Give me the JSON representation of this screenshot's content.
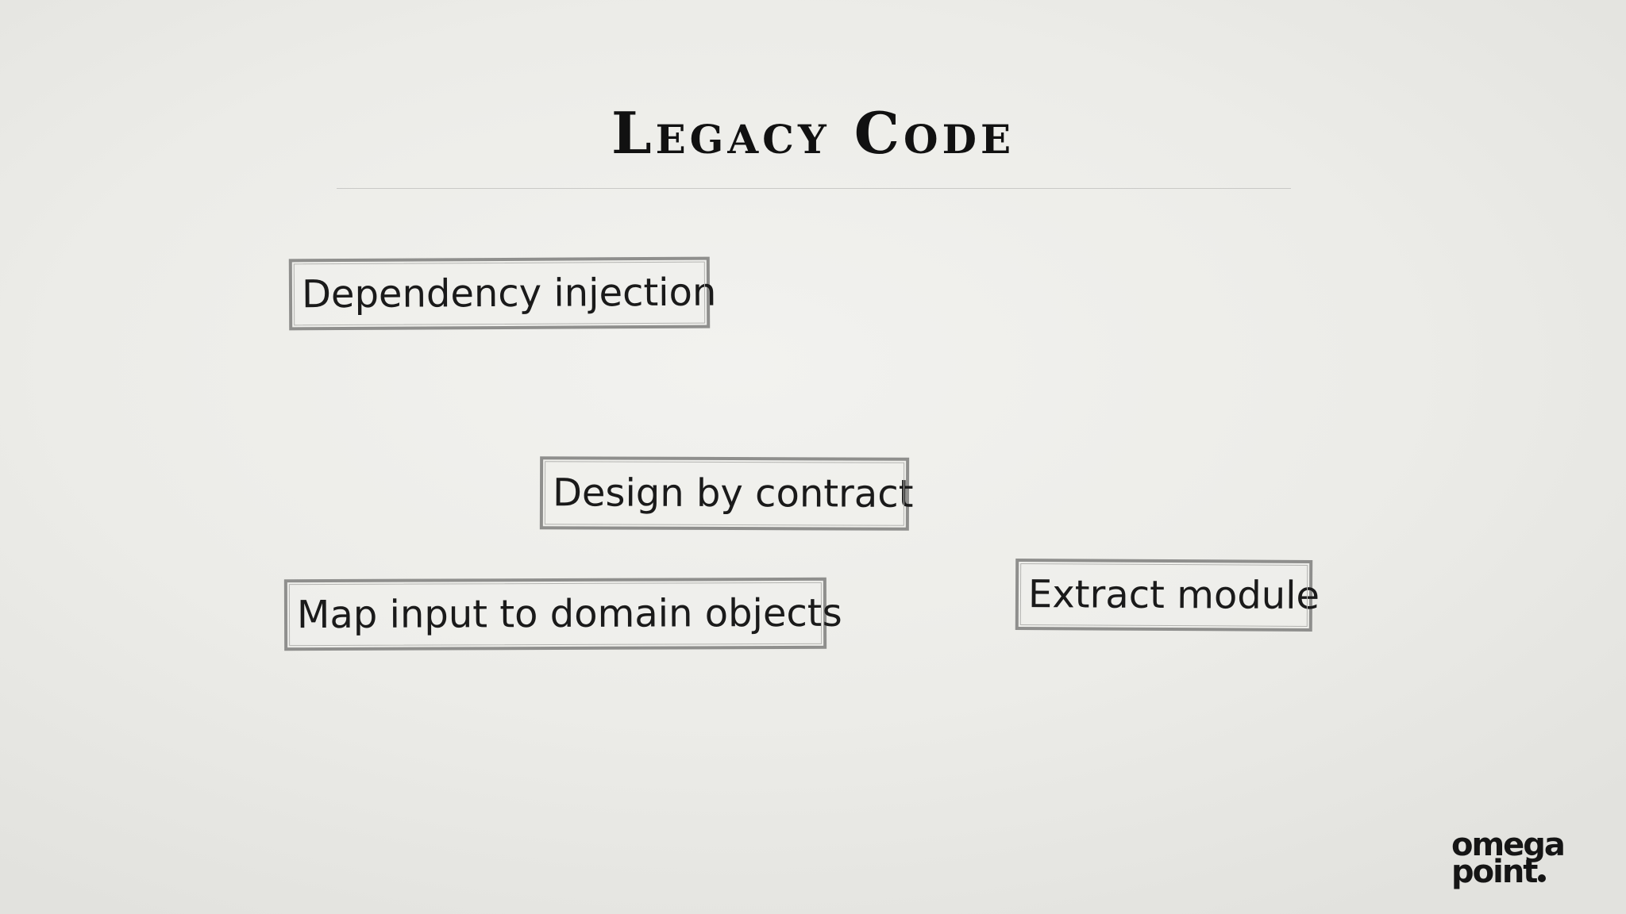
{
  "slide": {
    "title": "Legacy Code",
    "notes": [
      {
        "id": "dependency",
        "label": "Dependency injection"
      },
      {
        "id": "contract",
        "label": "Design by contract"
      },
      {
        "id": "map",
        "label": "Map input to domain objects"
      },
      {
        "id": "extract",
        "label": "Extract module"
      }
    ],
    "logo": {
      "line1": "omega",
      "line2": "point"
    }
  },
  "colors": {
    "background": "#ecece8",
    "text": "#1a1a1a",
    "note_border": "#8f8f8d",
    "rule": "#c9c9c6"
  }
}
